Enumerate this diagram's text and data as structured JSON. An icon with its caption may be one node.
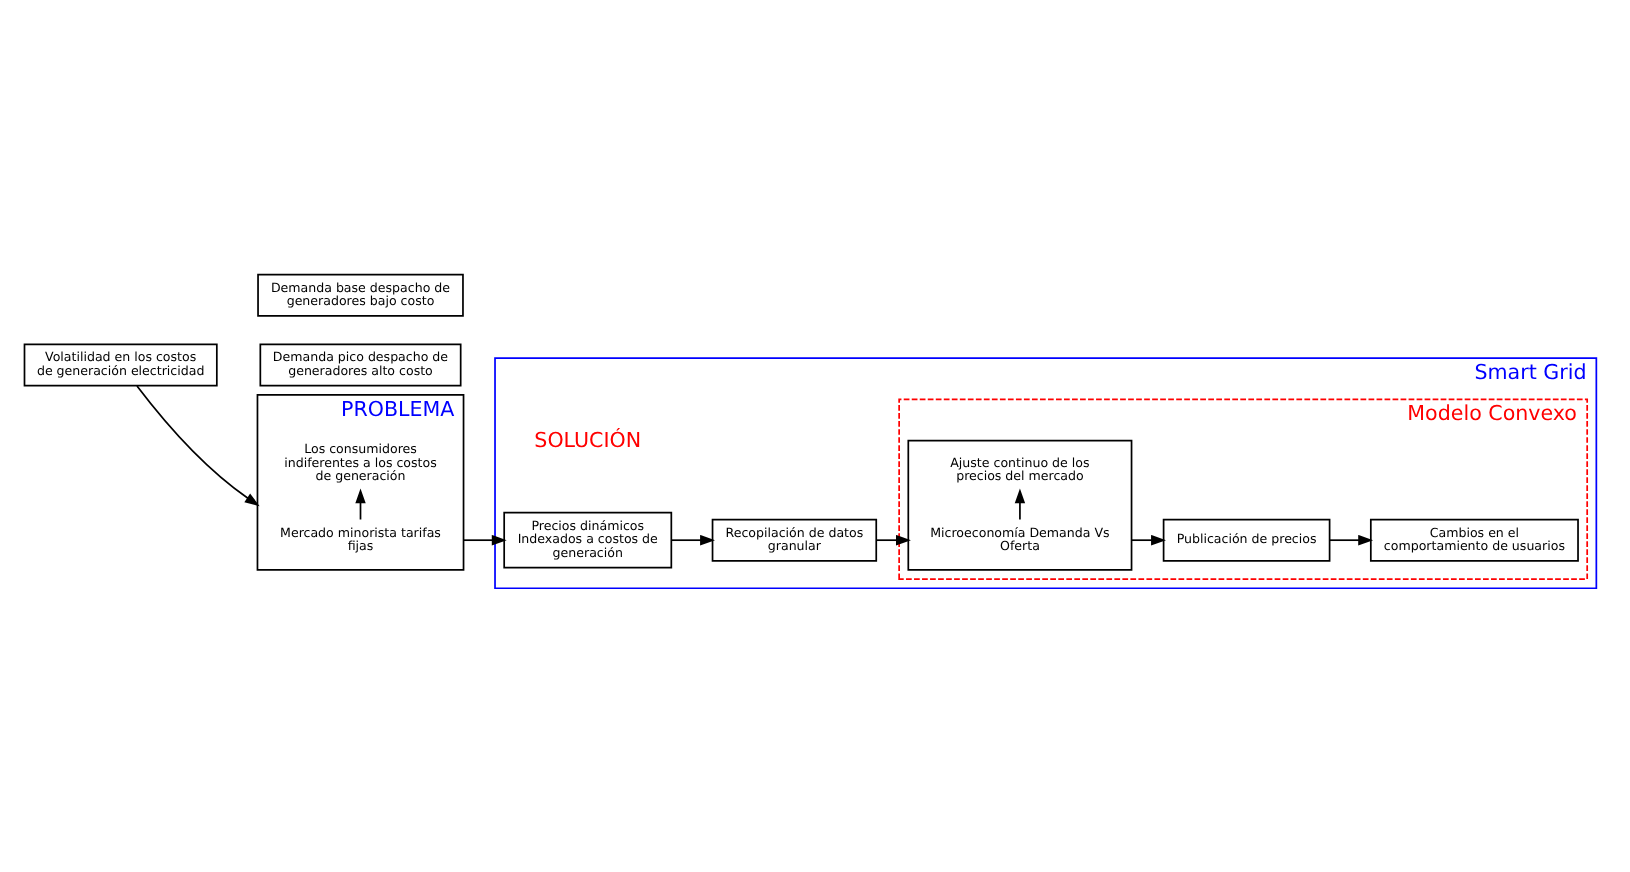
{
  "diagram": {
    "nodes": [
      {
        "text": [
          "Volatilidad en los costos de generación electricidad"
        ]
      },
      {
        "text": [
          "Demanda base despacho de generadores bajo costo"
        ]
      },
      {
        "text": [
          "Demanda pico despacho de generadores alto costo"
        ]
      },
      {
        "text": [
          "PROBLEMA"
        ]
      },
      {
        "text": [
          "Mercado minorista tarifas fijas"
        ],
        "in": 3
      },
      {
        "text": [
          "Los consumidores indiferentes a los costos de generación"
        ],
        "in": 3
      },
      {
        "text": [
          "Smart Grid"
        ]
      },
      {
        "text": [
          "Precios dinámicos Indexados a costos de generación"
        ],
        "in": 6
      },
      {
        "text": [
          "Recopilación de datos granular"
        ],
        "in": 6
      },
      {
        "text": [
          "Modelo Convexo"
        ],
        "in": 6
      },
      {
        "text": [],
        "shape": "box",
        "in": 9
      },
      {
        "text": [
          "Microeconomía Demanda Vs Oferta"
        ],
        "in": 10
      },
      {
        "text": [
          "Ajuste continuo de los precios del mercado"
        ],
        "in": 10
      },
      {
        "text": [
          "Publicación de precios"
        ],
        "in": 9
      },
      {
        "text": [
          "Cambios en el comportamiento de usuarios"
        ],
        "in": 9
      }
    ],
    "edges": [
      {
        "from": 0,
        "to": 3,
        "arrow": "to"
      },
      {
        "from": 4,
        "to": 5,
        "arrow": "to"
      },
      {
        "from": 3,
        "to": 7,
        "arrow": "to"
      },
      {
        "from": 7,
        "to": 8,
        "arrow": "to"
      },
      {
        "from": 8,
        "to": 10,
        "arrow": "to"
      },
      {
        "from": 11,
        "to": 12,
        "arrow": "to"
      },
      {
        "from": 10,
        "to": 13,
        "arrow": "to"
      },
      {
        "from": 13,
        "to": 14,
        "arrow": "to"
      }
    ],
    "labels": [
      "SOLUCIÓN"
    ]
  }
}
